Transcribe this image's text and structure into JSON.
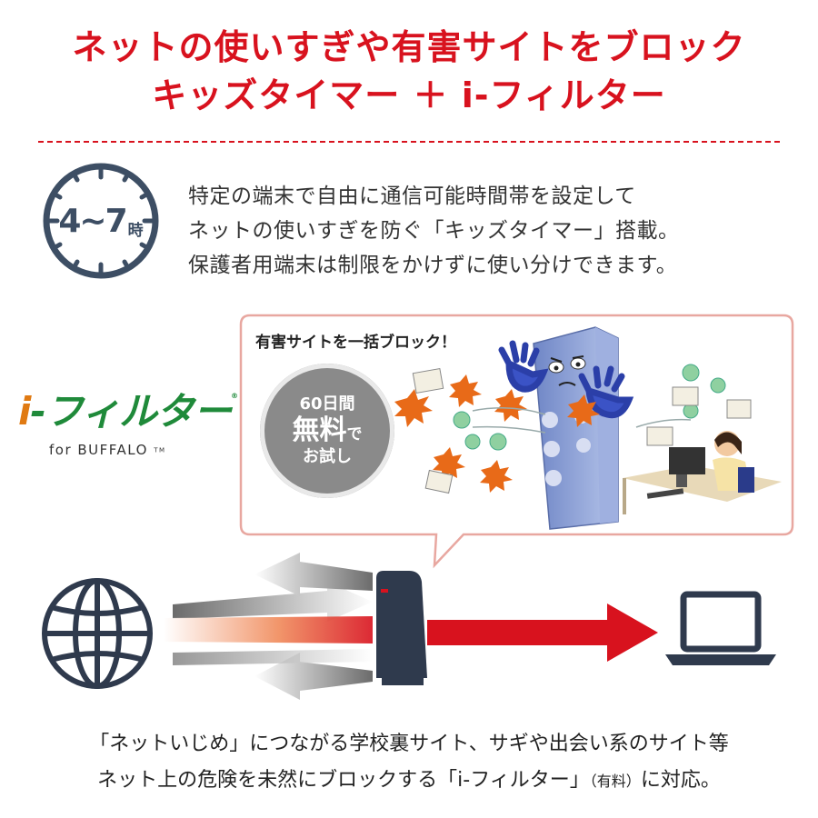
{
  "headline": {
    "line1": "ネットの使いすぎや有害サイトをブロック",
    "line2": "キッズタイマー ＋ i-フィルター"
  },
  "timer": {
    "clock_range": "4~7",
    "clock_unit": "時",
    "description": [
      "特定の端末で自由に通信可能時間帯を設定して",
      "ネットの使いすぎを防ぐ「キッズタイマー」搭載。",
      "保護者用端末は制限をかけずに使い分けできます。"
    ]
  },
  "logo": {
    "name_prefix": "i",
    "name_rest": "-フィルター",
    "registered_mark": "®",
    "sub_text": "for BUFFALO",
    "tm_mark": "TM"
  },
  "bubble": {
    "title": "有害サイトを一括ブロック！",
    "trial_line1": "60日間",
    "trial_line2": "無料",
    "trial_line2_suffix": "で",
    "trial_line3": "お試し"
  },
  "footer": {
    "line1": "「ネットいじめ」につながる学校裏サイト、サギや出会い系のサイト等",
    "line2_pre": "ネット上の危険を未然にブロックする「i-フィルター」",
    "line2_small": "（有料）",
    "line2_post": "に対応。"
  },
  "colors": {
    "accent_red": "#d8121e",
    "clock_navy": "#3d4e64",
    "logo_green": "#1f8a3a",
    "trial_gray": "#8a8a8a",
    "router_navy": "#2f3a4d",
    "wall_blue": "#8fa3d6"
  },
  "icons": [
    "clock-icon",
    "globe-icon",
    "router-icon",
    "laptop-icon",
    "filter-wall-illustration",
    "user-at-computer-illustration"
  ]
}
